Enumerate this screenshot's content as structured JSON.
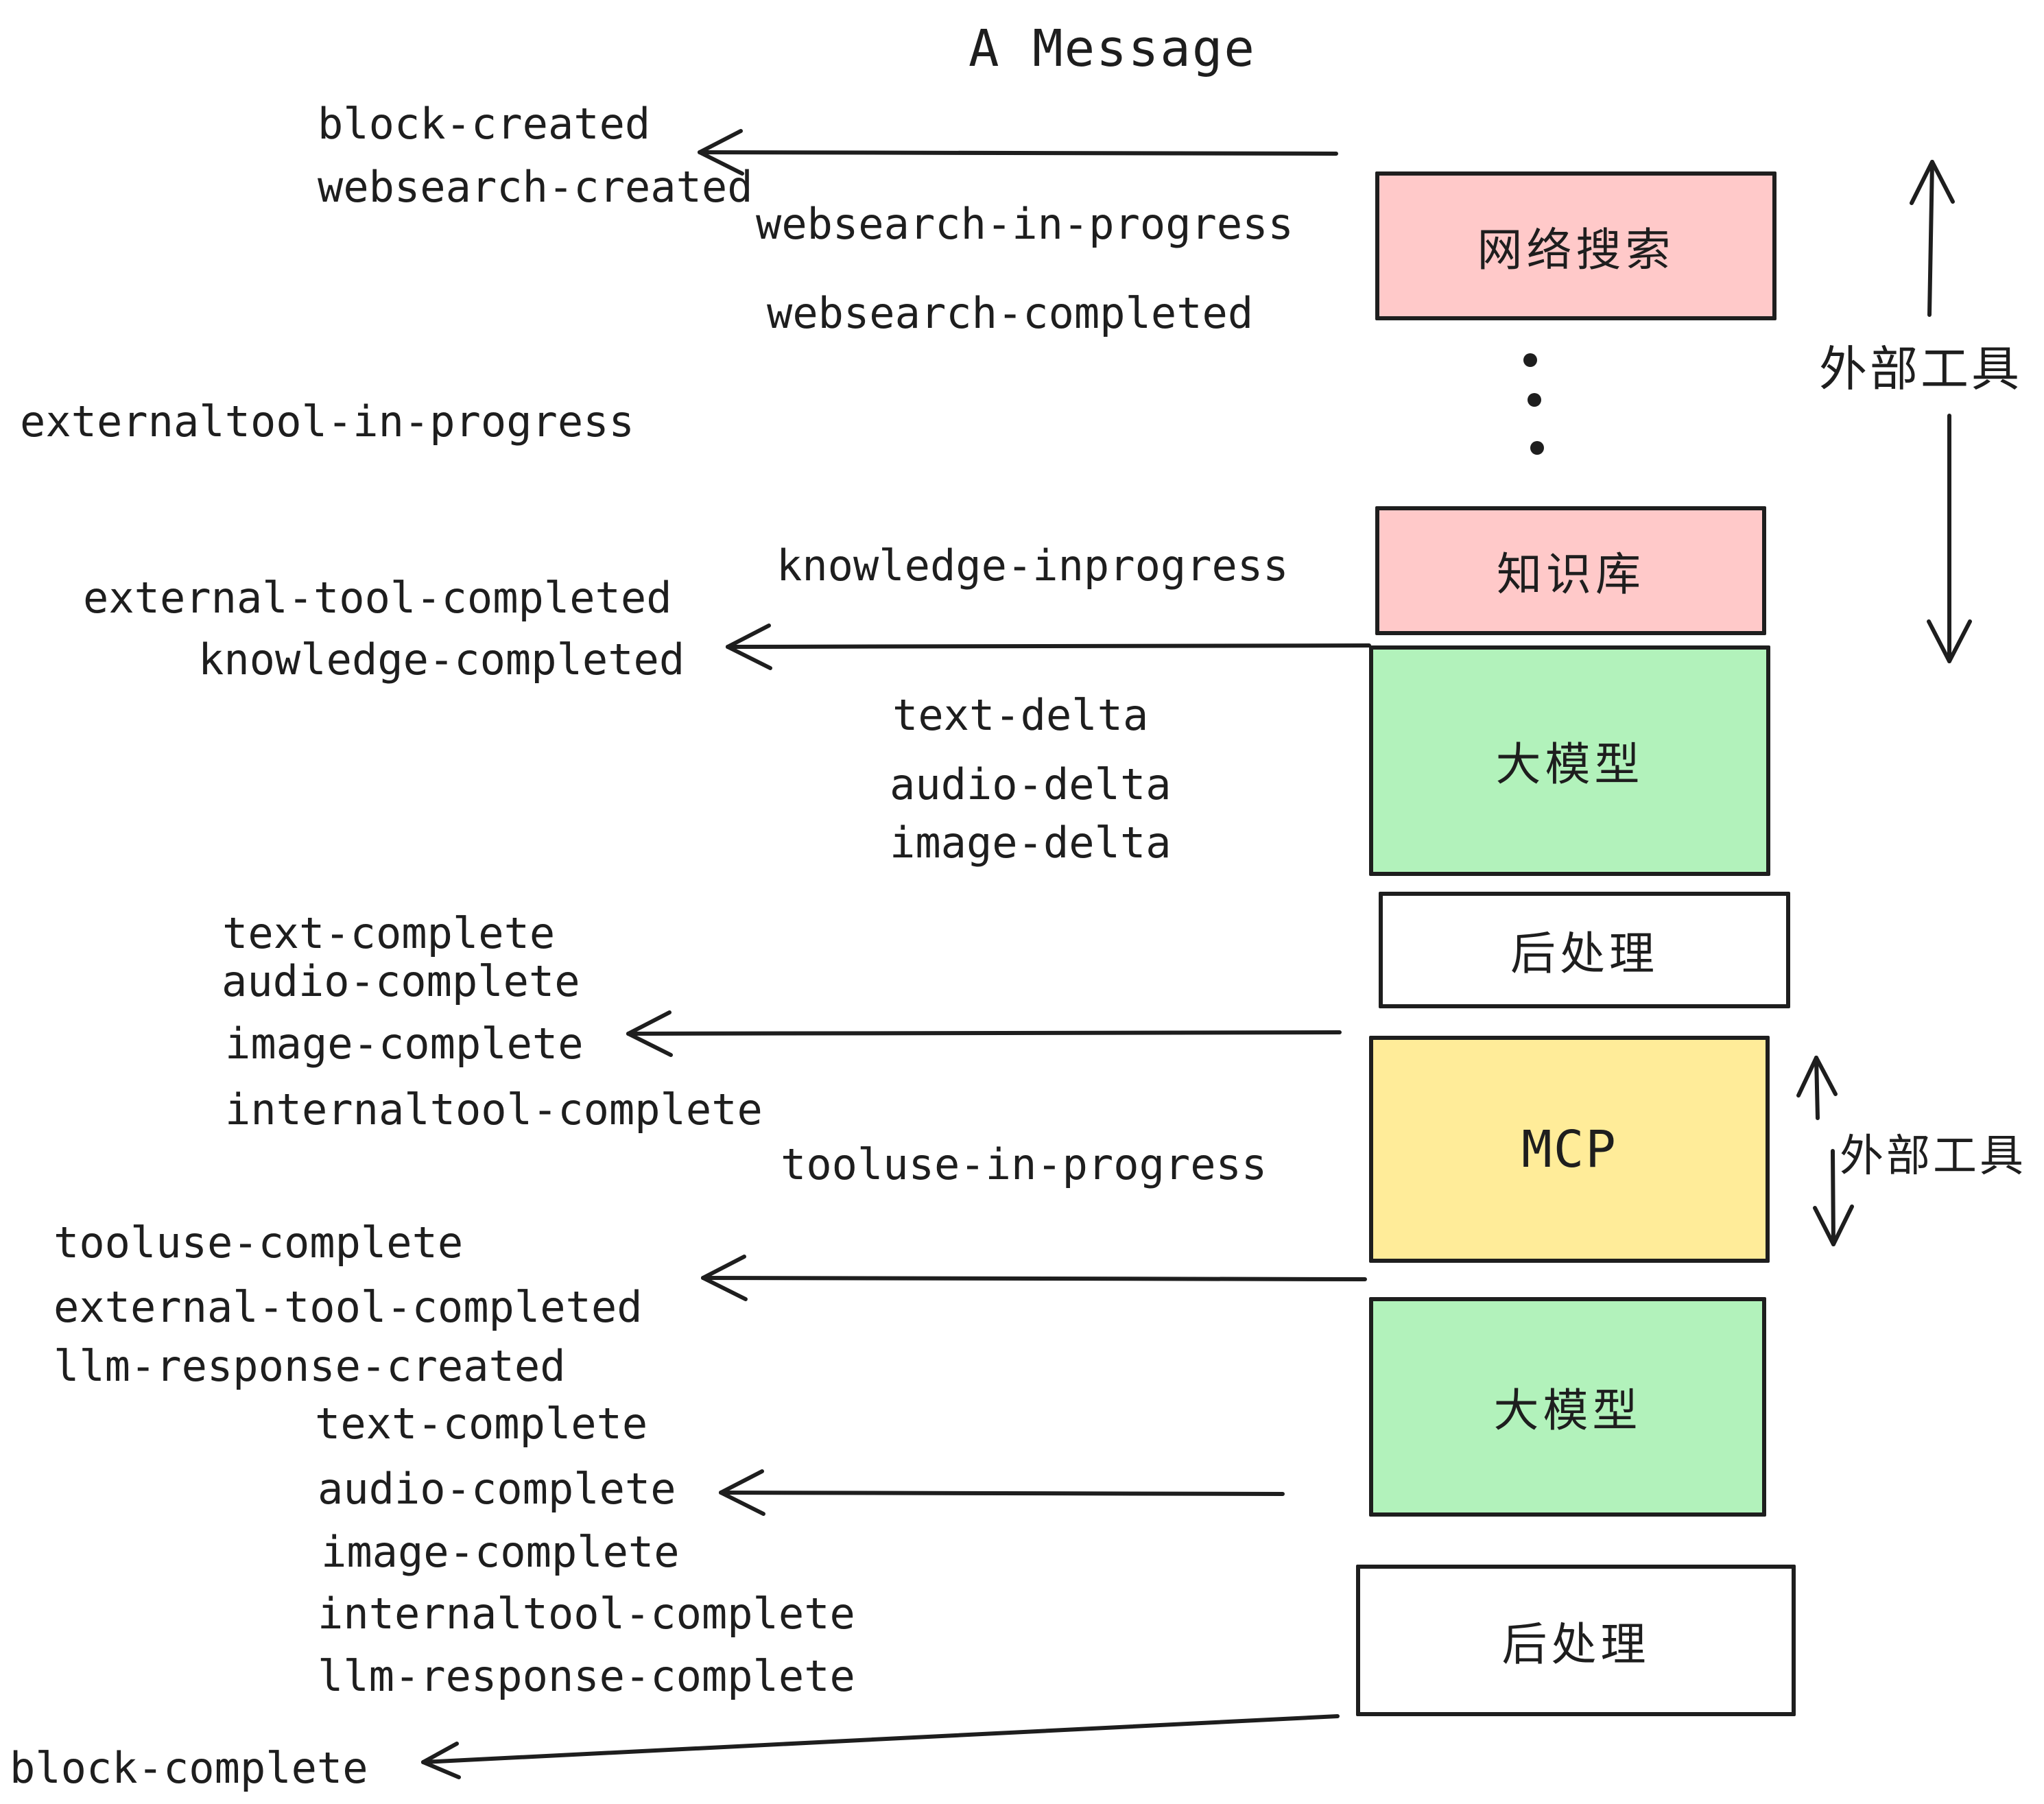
{
  "title": "A Message",
  "colors": {
    "ink": "#1e1e1e",
    "pink": "#ffc9c9",
    "green": "#b2f2bb",
    "yellow": "#ffec99",
    "white": "#ffffff"
  },
  "boxes": [
    {
      "id": "websearch",
      "label": "网络搜索"
    },
    {
      "id": "knowledge",
      "label": "知识库"
    },
    {
      "id": "llm-top",
      "label": "大模型"
    },
    {
      "id": "postprocess-top",
      "label": "后处理"
    },
    {
      "id": "mcp",
      "label": "MCP"
    },
    {
      "id": "llm-bottom",
      "label": "大模型"
    },
    {
      "id": "postprocess-bottom",
      "label": "后处理"
    }
  ],
  "side_labels": {
    "external_tool_top": "外部工具",
    "external_tool_bottom": "外部工具"
  },
  "events": [
    "block-created",
    "websearch-created",
    "websearch-in-progress",
    "websearch-completed",
    "externaltool-in-progress",
    "knowledge-inprogress",
    "external-tool-completed",
    "knowledge-completed",
    "text-delta",
    "audio-delta",
    "image-delta",
    "text-complete",
    "audio-complete",
    "image-complete",
    "internaltool-complete",
    "tooluse-in-progress",
    "tooluse-complete",
    "external-tool-completed",
    "llm-response-created",
    "text-complete",
    "audio-complete",
    "image-complete",
    "internaltool-complete",
    "llm-response-complete",
    "block-complete"
  ]
}
